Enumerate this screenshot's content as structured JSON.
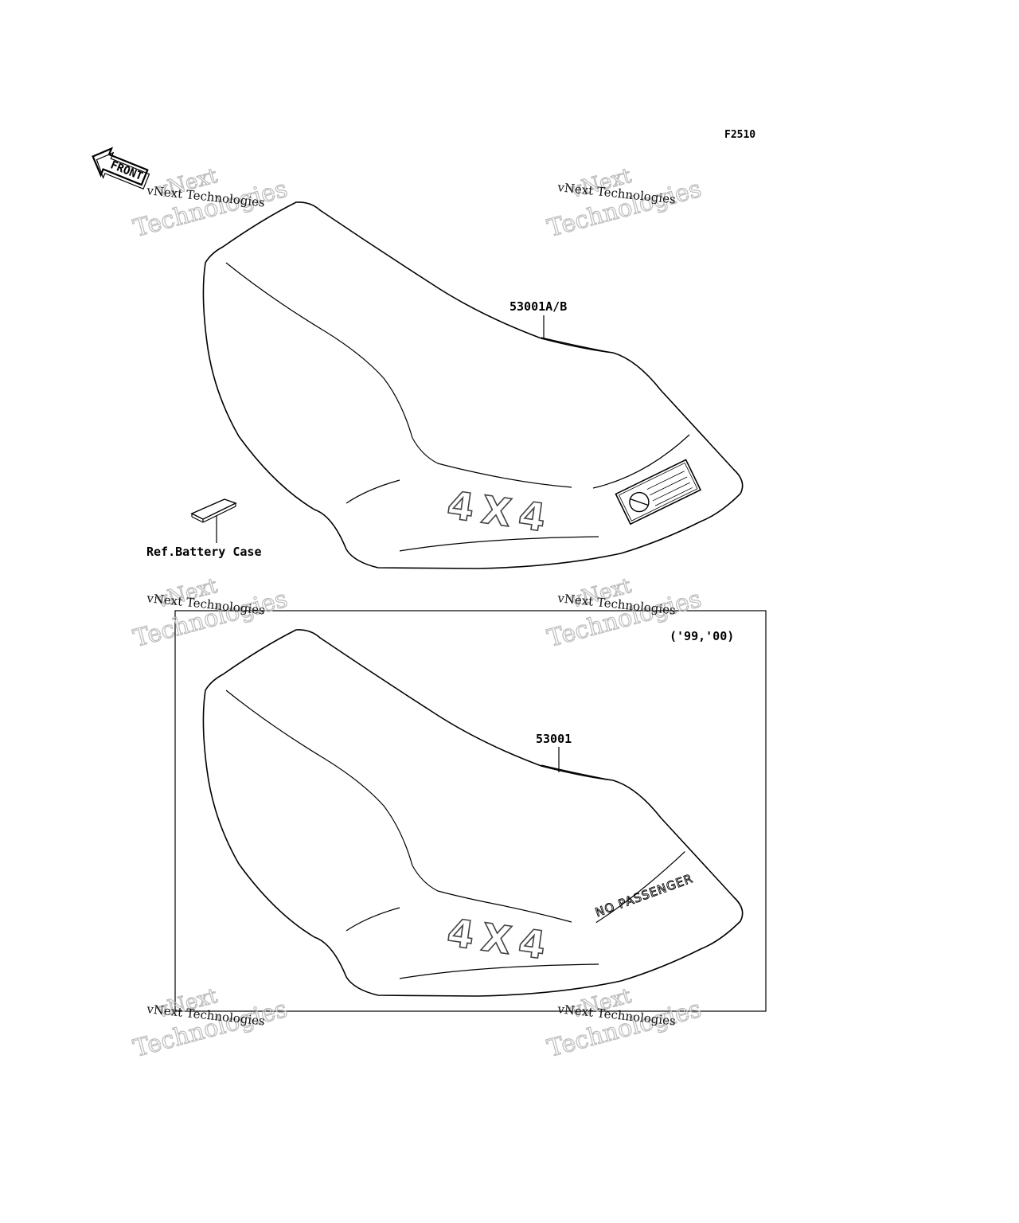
{
  "figure_code": "F2510",
  "front_arrow_label": "FRONT",
  "parts": {
    "seat_upper": "53001A/B",
    "seat_lower": "53001",
    "battery_ref": "Ref.Battery Case"
  },
  "year_range": "('99,'00)",
  "decals": {
    "four_by_four": "4X4",
    "no_passenger": "NO PASSENGER"
  },
  "watermark": {
    "line_small": "vNext Technologies",
    "line_top": "vNext",
    "line_bottom": "Technologies"
  }
}
